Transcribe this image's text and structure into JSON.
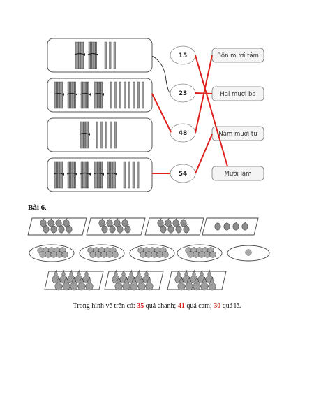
{
  "exercise5": {
    "numbers": [
      "15",
      "23",
      "48",
      "54"
    ],
    "words": [
      "Bốn mươi tám",
      "Hai mươi ba",
      "Năm mươi tư",
      "Mười lăm"
    ]
  },
  "exercise6": {
    "title": "Bài 6",
    "title_suffix": ".",
    "summary": {
      "prefix": "Trong hình vẽ trên có: ",
      "lemon_count": "35",
      "lemon_text": " quả chanh; ",
      "orange_count": "41",
      "orange_text": " quả cam; ",
      "pear_count": "30",
      "pear_text": " quả lê."
    }
  },
  "colors": {
    "line_red": "#e0201e",
    "line_black": "#222222"
  }
}
